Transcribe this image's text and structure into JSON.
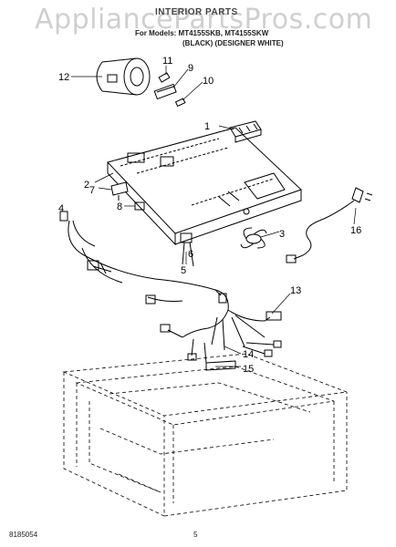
{
  "watermark": "AppliancePartsPros.com",
  "header": {
    "title": "INTERIOR PARTS",
    "parts_for": "For Models: MT4155SKB, MT4155SKW",
    "finish": "(BLACK)     (DESIGNER WHITE)"
  },
  "callouts": [
    "1",
    "2",
    "3",
    "4",
    "5",
    "6",
    "7",
    "8",
    "9",
    "10",
    "11",
    "12",
    "13",
    "14",
    "15",
    "16"
  ],
  "footer": {
    "code": "8185054",
    "page": "5"
  }
}
